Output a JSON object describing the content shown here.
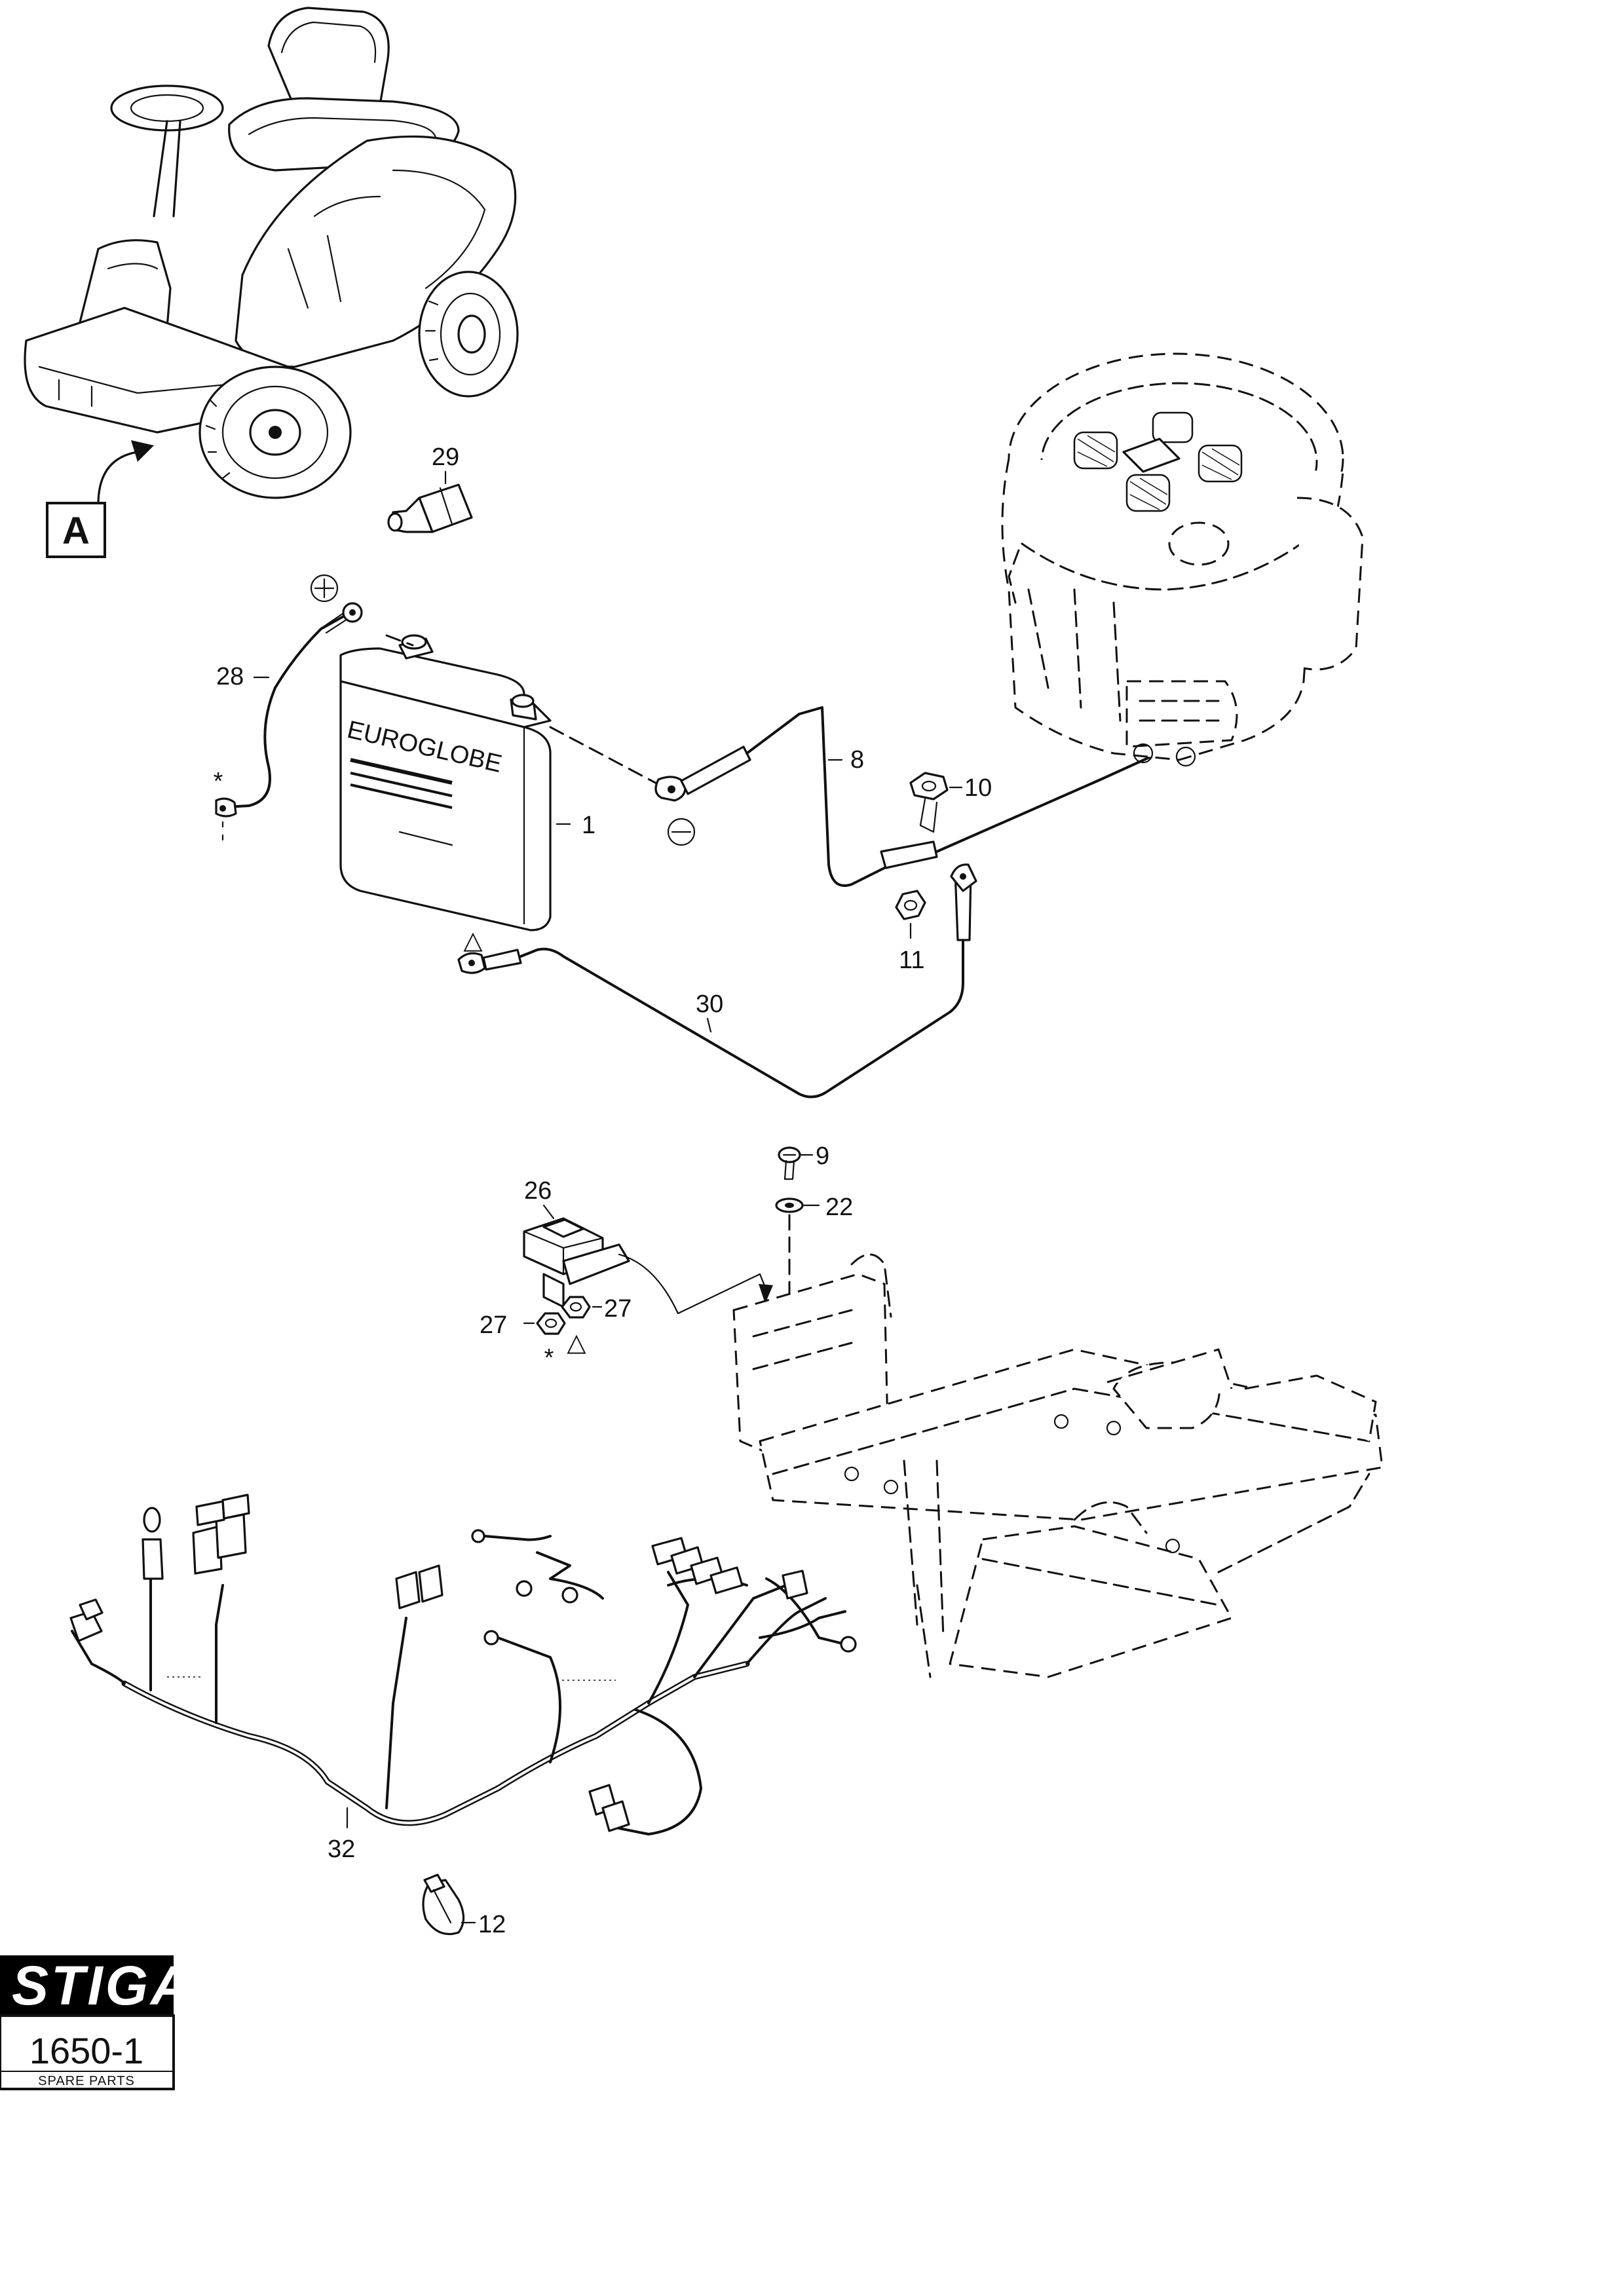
{
  "callout": {
    "view_letter": "A"
  },
  "battery": {
    "brand_text": "EUROGLOBE"
  },
  "symbols": {
    "positive": "+",
    "negative": "−",
    "star": "*",
    "triangle": "△"
  },
  "part_labels": {
    "p1": "1",
    "p8": "8",
    "p9": "9",
    "p10": "10",
    "p11": "11",
    "p12": "12",
    "p22": "22",
    "p26": "26",
    "p27a": "27",
    "p27b": "27",
    "p28": "28",
    "p29": "29",
    "p30": "30",
    "p32": "32"
  },
  "logo": {
    "brand": "STIGA",
    "model_code": "1650-1",
    "subtitle": "SPARE PARTS"
  }
}
